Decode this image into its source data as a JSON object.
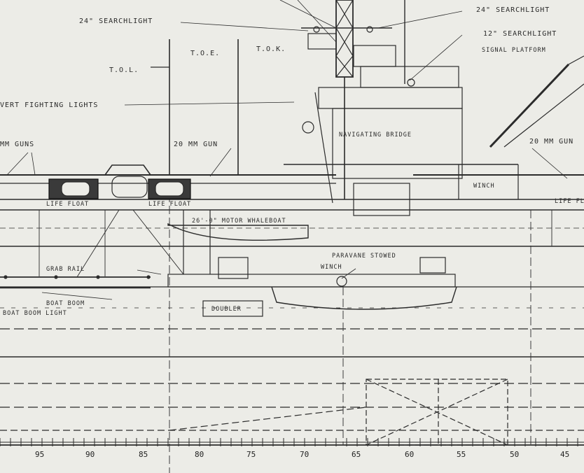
{
  "labels": {
    "sl24_left": "24\" SEARCHLIGHT",
    "sl24_right": "24\" SEARCHLIGHT",
    "sl12": "12\" SEARCHLIGHT",
    "signal_platform": "SIGNAL PLATFORM",
    "tol": "T.O.L.",
    "toe": "T.O.E.",
    "tok": "T.O.K.",
    "covert_lights": "VERT FIGHTING LIGHTS",
    "guns_left": "MM GUNS",
    "gun_mid": "20 MM GUN",
    "gun_right": "20 MM GUN",
    "nav_bridge": "NAVIGATING BRIDGE",
    "life_float_1": "LIFE FLOAT",
    "life_float_2": "LIFE FLOAT",
    "life_float_3": "LIFE FLOAT",
    "winch_upper": "WINCH",
    "whaleboat": "26'-0\" MOTOR WHALEBOAT",
    "paravane": "PARAVANE STOWED",
    "winch_lower": "WINCH",
    "grab_rail": "GRAB RAIL",
    "boat_boom": "BOAT BOOM",
    "boat_boom_light": "BOAT BOOM LIGHT",
    "doubler": "DOUBLER"
  },
  "scale": [
    "95",
    "90",
    "85",
    "80",
    "75",
    "70",
    "65",
    "60",
    "55",
    "50",
    "45"
  ]
}
